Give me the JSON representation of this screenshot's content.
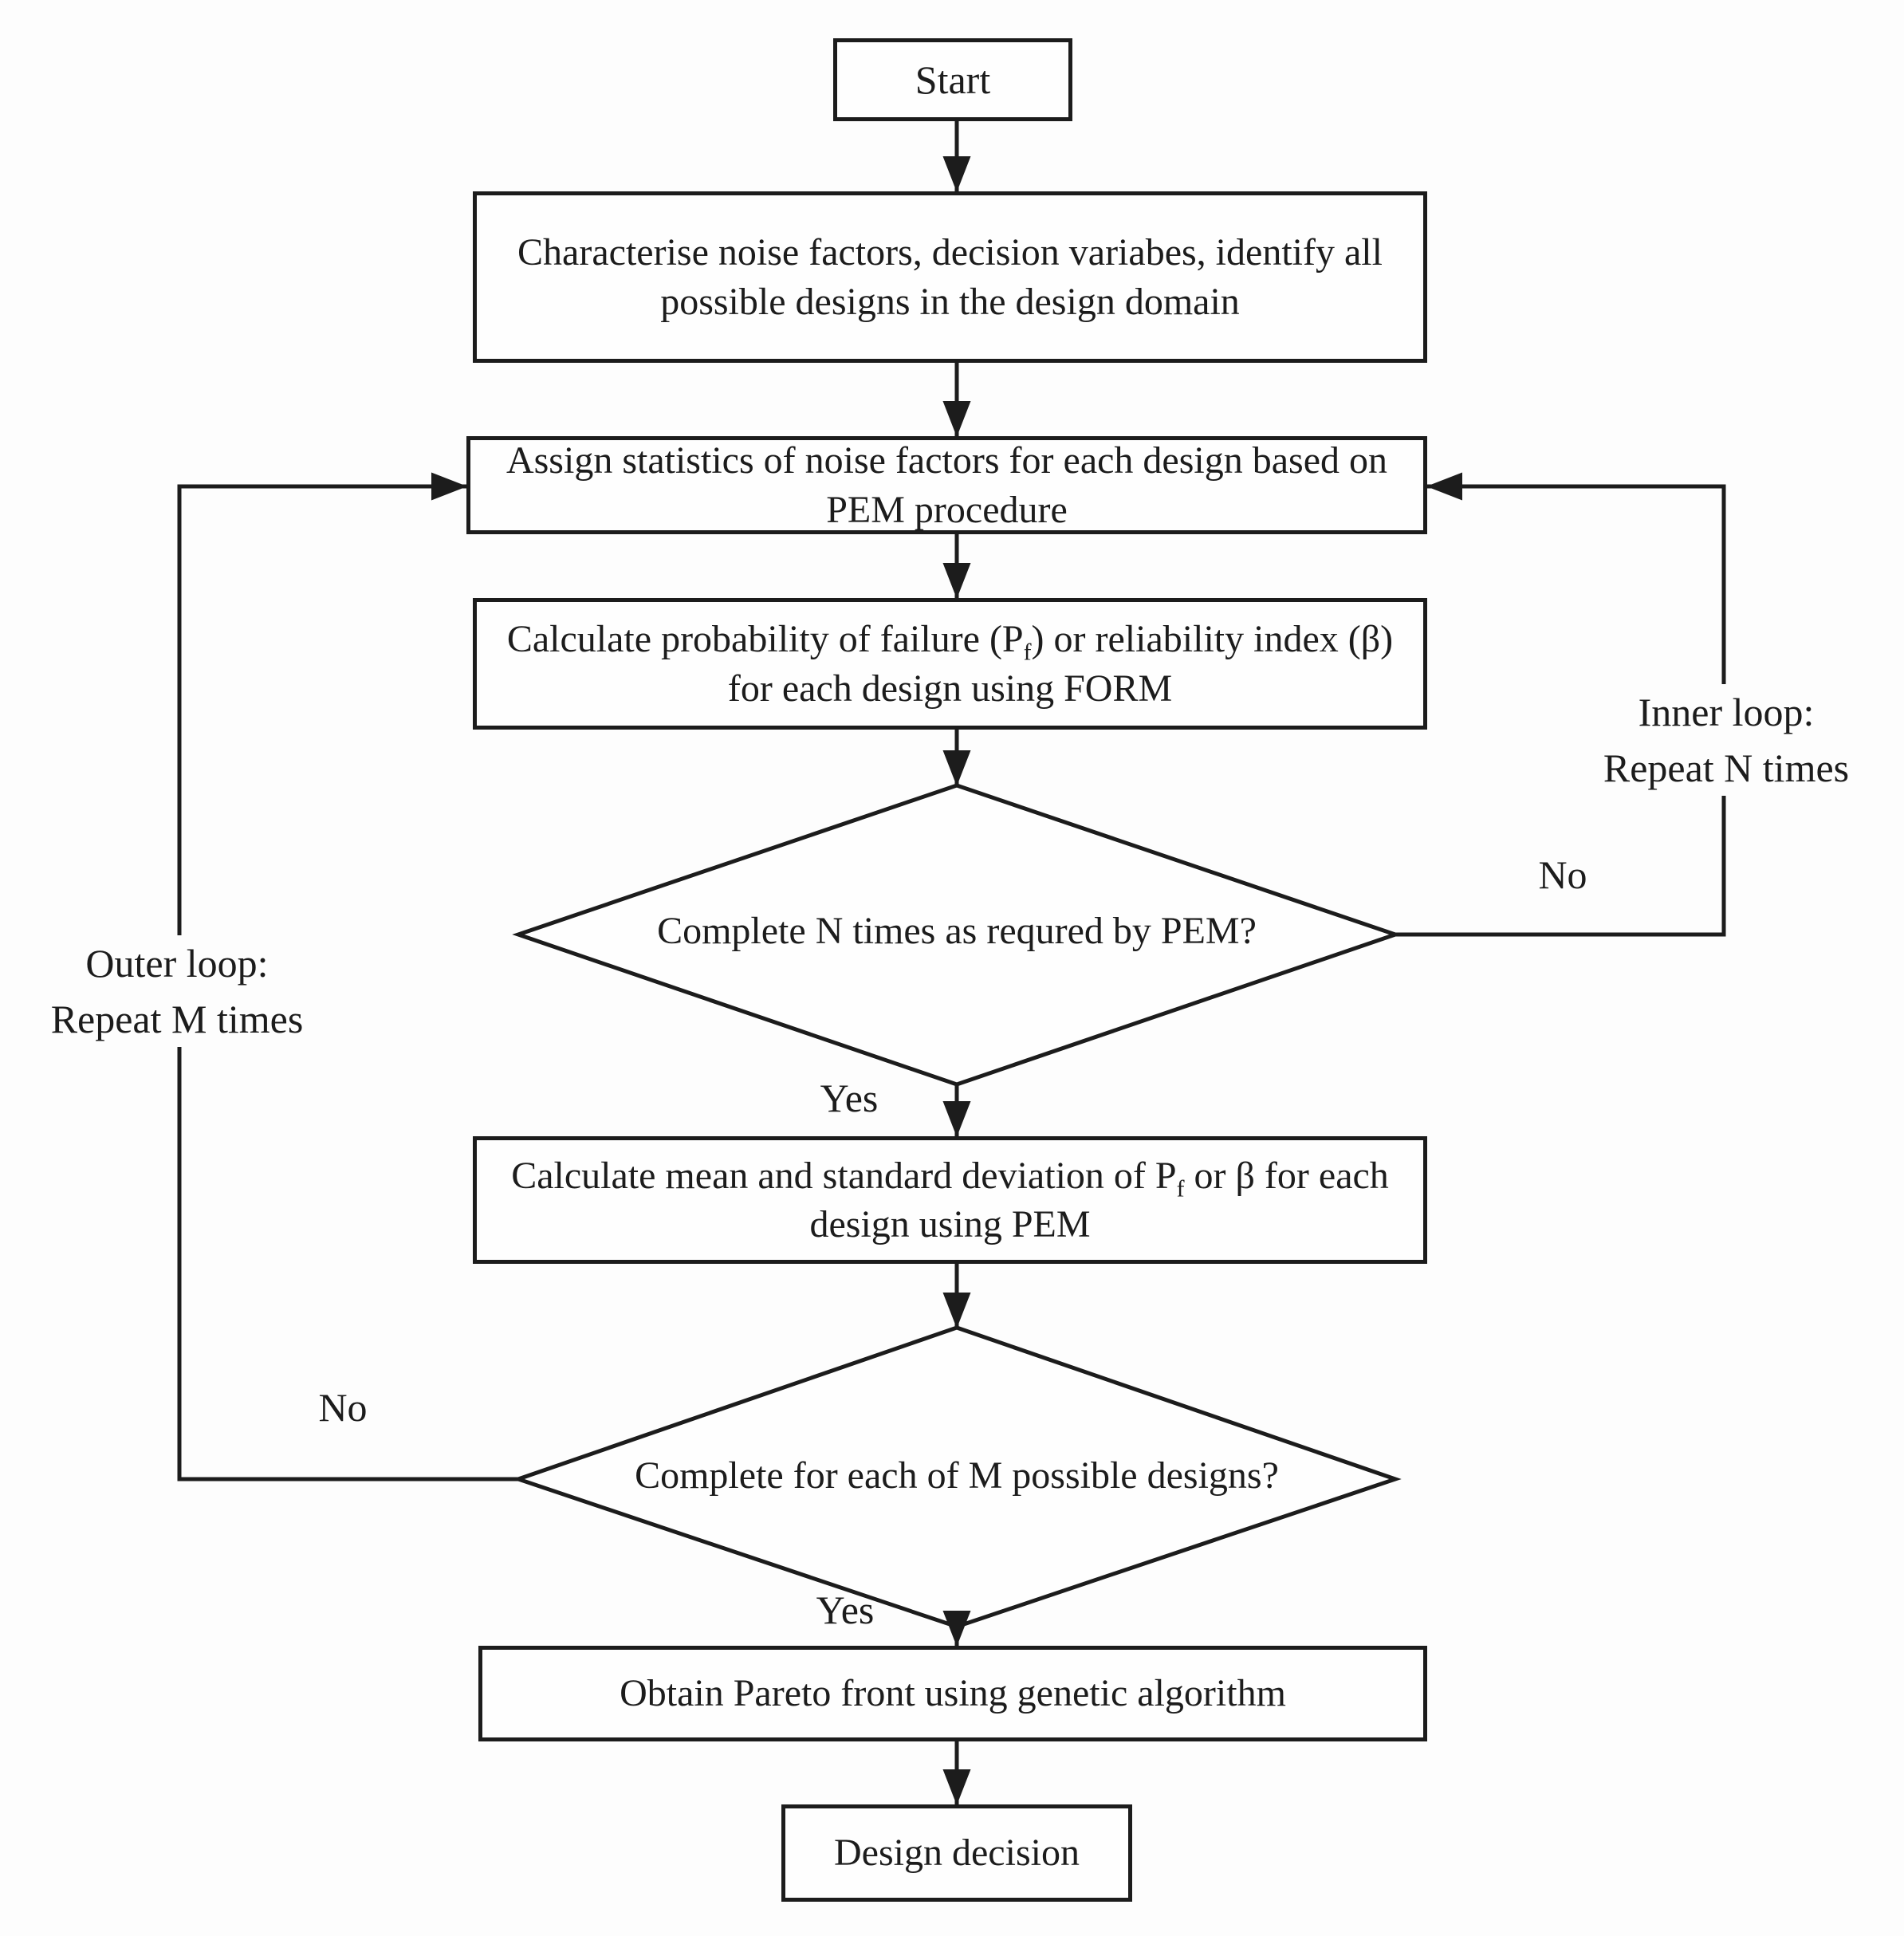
{
  "colors": {
    "line": "#1c1c1c",
    "box_fill": "#fefefe",
    "background": "#fdfdfd",
    "text": "#1c1c1c"
  },
  "nodes": {
    "start": {
      "label": "Start"
    },
    "characterise": {
      "label": "Characterise noise factors, decision variabes, identify all possible designs in the design domain"
    },
    "assign": {
      "label": "Assign statistics of noise factors for each design based on PEM procedure"
    },
    "calc_form": {
      "pre": "Calculate probability of failure (P",
      "sub": "f",
      "post": ") or reliability index (β) for each design using FORM"
    },
    "decision_n": {
      "label": "Complete N times as requred by PEM?"
    },
    "calc_pem": {
      "pre": "Calculate mean and standard deviation of P",
      "sub": "f",
      "post": " or β for each design using PEM"
    },
    "decision_m": {
      "label": "Complete for each of M possible designs?"
    },
    "pareto": {
      "label": "Obtain Pareto front using genetic algorithm"
    },
    "design_decision": {
      "label": "Design decision"
    }
  },
  "annotations": {
    "inner_loop_line1": "Inner loop:",
    "inner_loop_line2": "Repeat N times",
    "outer_loop_line1": "Outer loop:",
    "outer_loop_line2": "Repeat M times",
    "decision_n_no": "No",
    "decision_n_yes": "Yes",
    "decision_m_no": "No",
    "decision_m_yes": "Yes"
  }
}
